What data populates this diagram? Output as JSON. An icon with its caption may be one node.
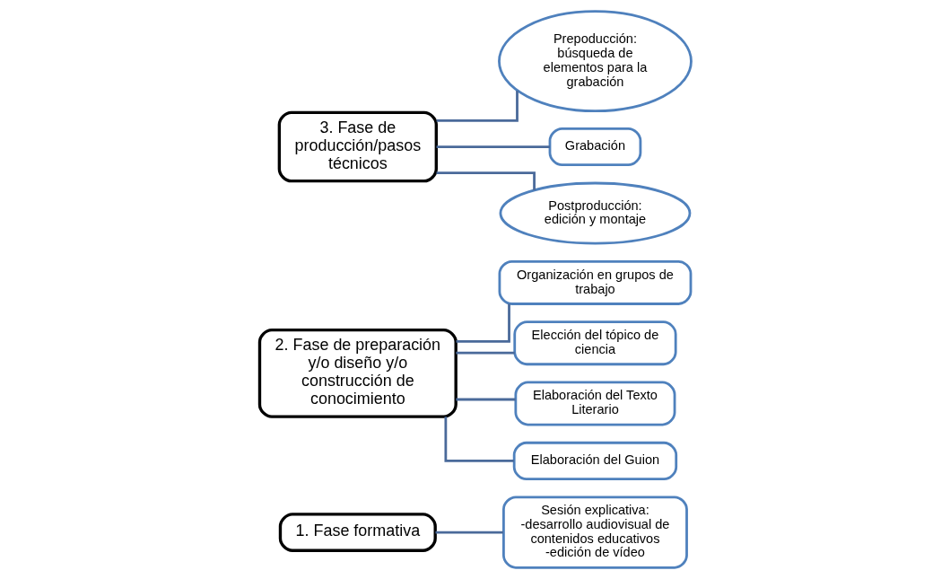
{
  "diagram": {
    "nodes": [
      {
        "text": [
          "1. Fase formativa"
        ]
      },
      {
        "text": [
          "Sesión explicativa:",
          "-desarrollo audiovisual de contenidos educativos",
          "-edición de vídeo"
        ]
      },
      {
        "text": [
          "2. Fase de preparación y/o diseño y/o construcción de conocimiento"
        ]
      },
      {
        "text": [
          "Organización en grupos de trabajo"
        ]
      },
      {
        "text": [
          "Elección del tópico de ciencia"
        ]
      },
      {
        "text": [
          "Elaboración del Texto Literario"
        ]
      },
      {
        "text": [
          "Elaboración del Guion"
        ]
      },
      {
        "text": [
          "3. Fase de producción/pasos técnicos"
        ]
      },
      {
        "text": [
          "Prepoducción: búsqueda de elementos para la grabación"
        ]
      },
      {
        "text": [
          "Grabación"
        ]
      },
      {
        "text": [
          "Postproducción: edición y montaje"
        ]
      }
    ],
    "edges": [
      {
        "from": 0,
        "to": 1,
        "arrow": "none"
      },
      {
        "from": 2,
        "to": 3,
        "arrow": "none"
      },
      {
        "from": 2,
        "to": 4,
        "arrow": "none"
      },
      {
        "from": 2,
        "to": 5,
        "arrow": "none"
      },
      {
        "from": 2,
        "to": 6,
        "arrow": "none"
      },
      {
        "from": 7,
        "to": 8,
        "arrow": "none"
      },
      {
        "from": 7,
        "to": 9,
        "arrow": "none"
      },
      {
        "from": 7,
        "to": 10,
        "arrow": "none"
      }
    ]
  }
}
